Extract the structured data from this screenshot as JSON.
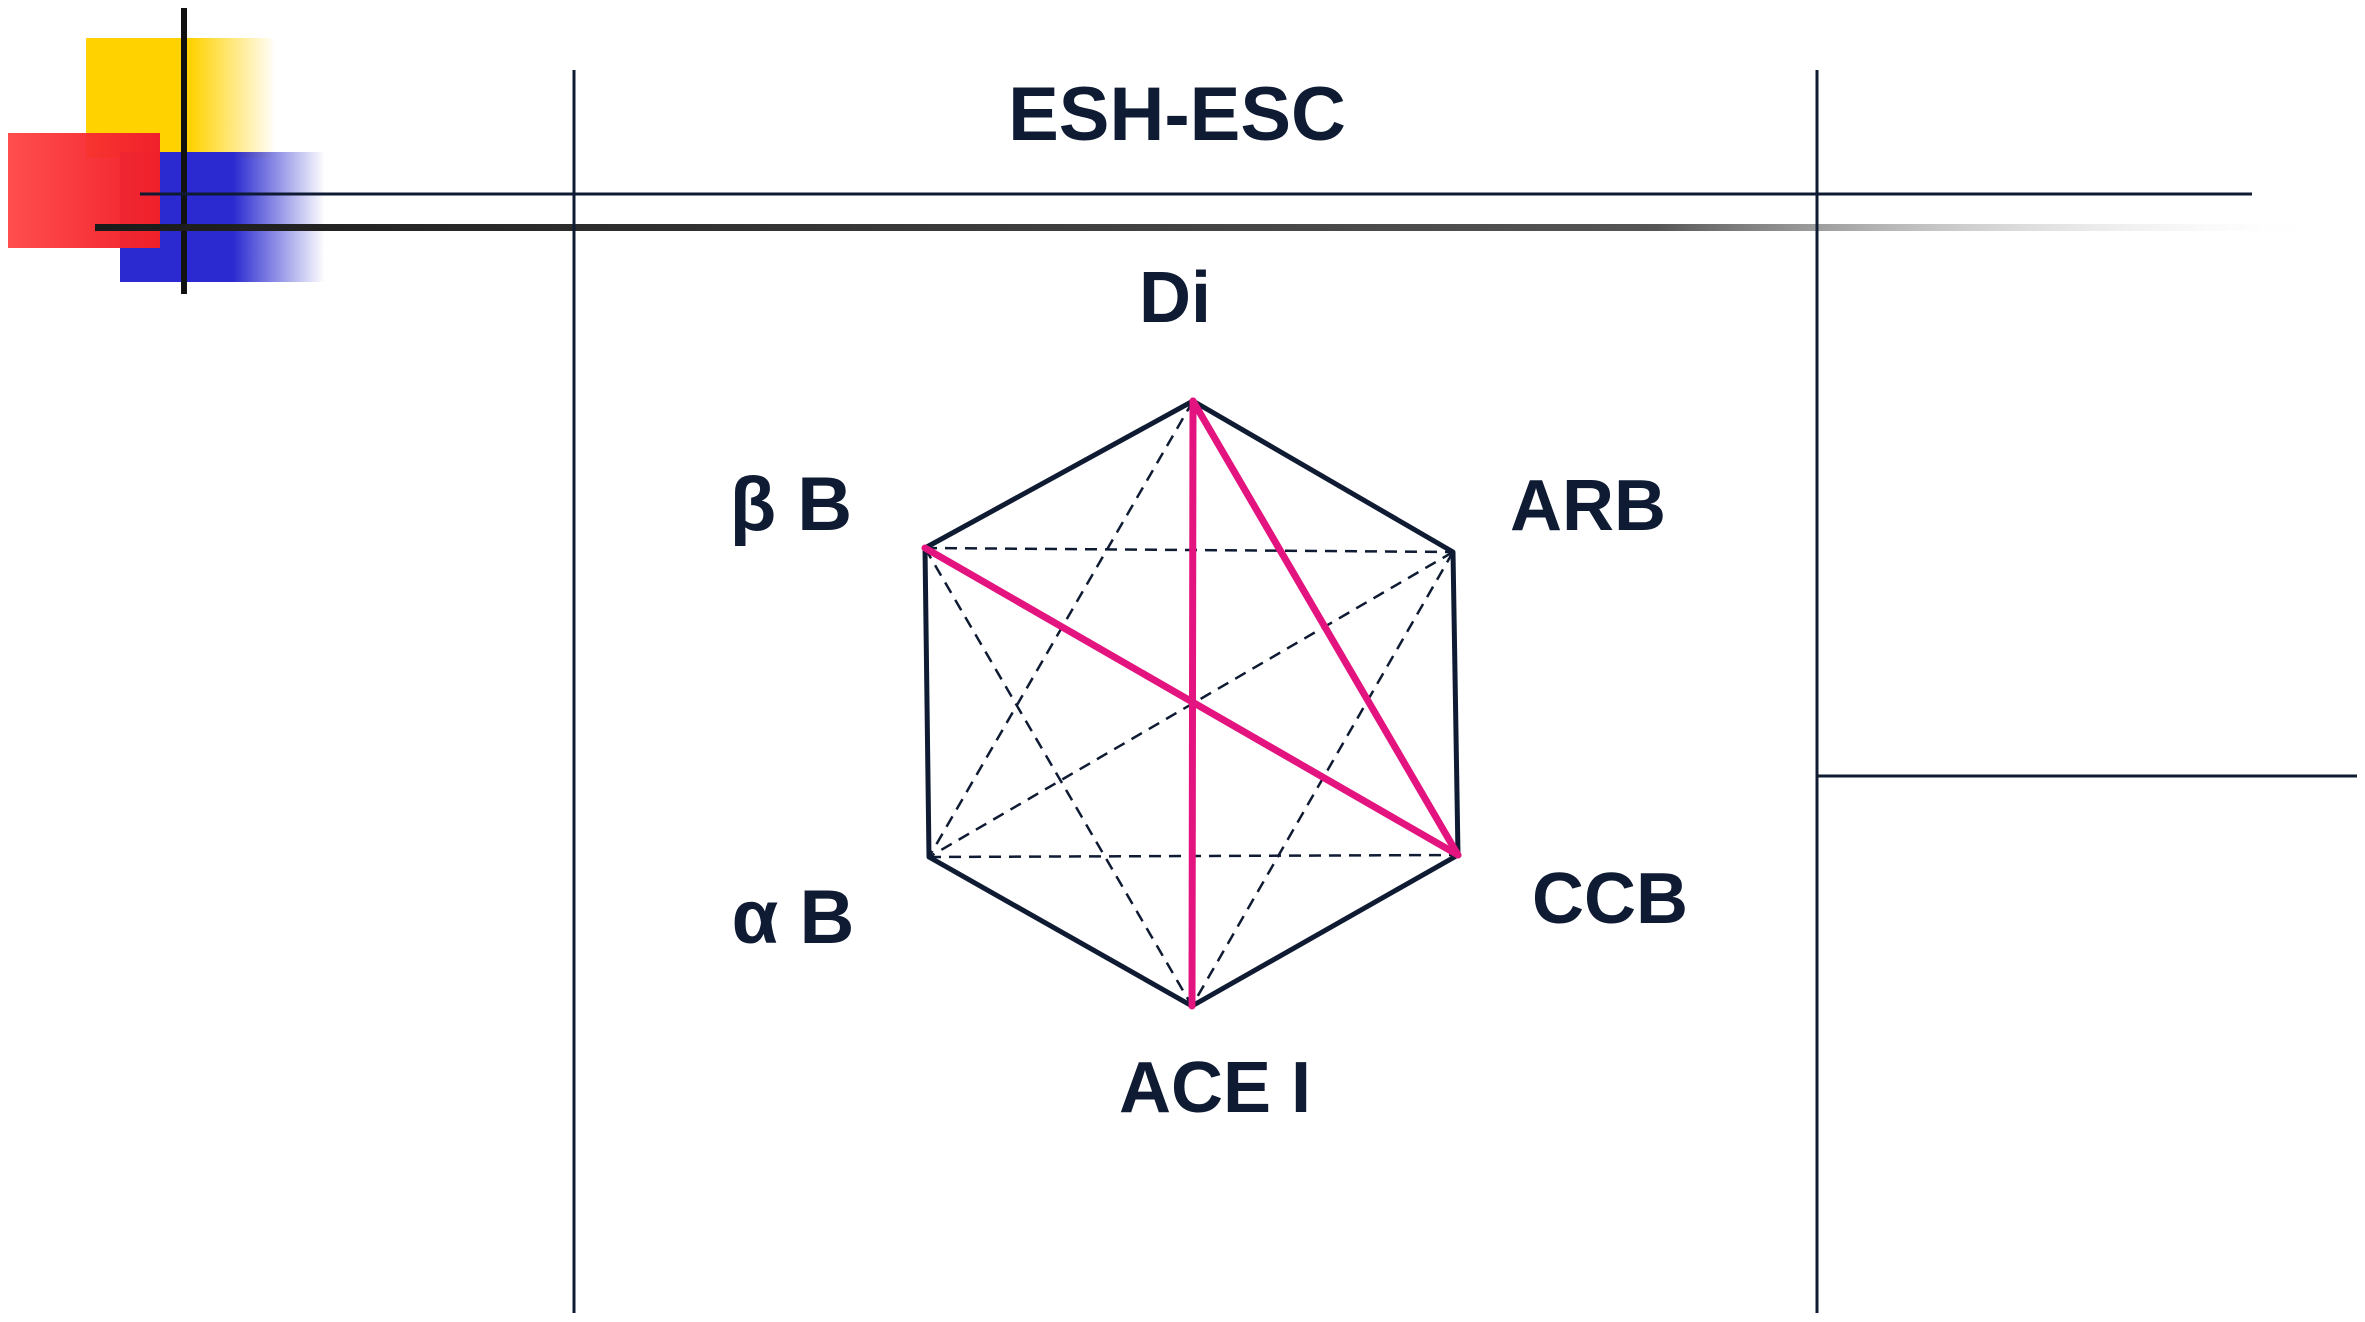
{
  "title": "ESH-ESC",
  "nodes": [
    {
      "id": "di",
      "label": "Di"
    },
    {
      "id": "arb",
      "label": "ARB"
    },
    {
      "id": "ccb",
      "label": "CCB"
    },
    {
      "id": "acei",
      "label": "ACE I"
    },
    {
      "id": "ab",
      "label": "α B"
    },
    {
      "id": "bb",
      "label": "β B"
    }
  ],
  "highlighted_connections": [
    [
      "Di",
      "ACE I"
    ],
    [
      "Di",
      "CCB"
    ],
    [
      "β B",
      "CCB"
    ]
  ],
  "colors": {
    "line": "#0f1b33",
    "highlight": "#e3137f",
    "deco_yellow": "#ffd200",
    "deco_red": "#f0202a",
    "deco_blue": "#2a2ad0"
  }
}
